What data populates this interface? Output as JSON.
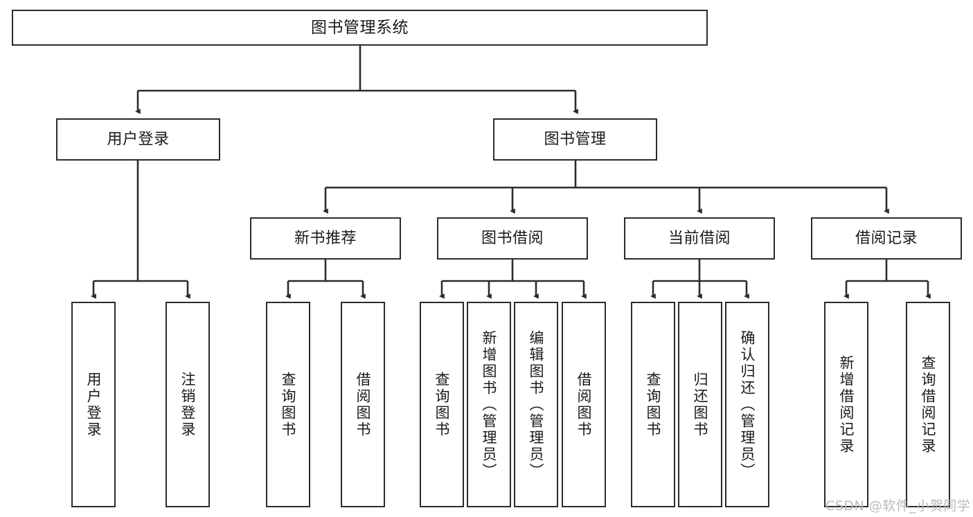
{
  "diagram": {
    "title": "图书管理系统",
    "watermark": "CSDN @软件_小贺同学",
    "colors": {
      "box_border": "#2b2b2b",
      "box_fill": "#ffffff",
      "connector": "#2b2b2b",
      "text": "#1a1a1a",
      "watermark": "#b9b9b9"
    },
    "levels": {
      "root": {
        "label": "图书管理系统"
      },
      "level2": [
        {
          "label": "用户登录"
        },
        {
          "label": "图书管理"
        }
      ],
      "level3": [
        {
          "label": "新书推荐"
        },
        {
          "label": "图书借阅"
        },
        {
          "label": "当前借阅"
        },
        {
          "label": "借阅记录"
        }
      ],
      "leaves": {
        "user_login": [
          {
            "label": "用户登录"
          },
          {
            "label": "注销登录"
          }
        ],
        "new_book_recommend": [
          {
            "label": "查询图书"
          },
          {
            "label": "借阅图书"
          }
        ],
        "book_borrow": [
          {
            "label": "查询图书"
          },
          {
            "label": "新增图书（管理员）"
          },
          {
            "label": "编辑图书（管理员）"
          },
          {
            "label": "借阅图书"
          }
        ],
        "current_borrow": [
          {
            "label": "查询图书"
          },
          {
            "label": "归还图书"
          },
          {
            "label": "确认归还（管理员）"
          }
        ],
        "borrow_record": [
          {
            "label": "新增借阅记录"
          },
          {
            "label": "查询借阅记录"
          }
        ]
      }
    }
  }
}
